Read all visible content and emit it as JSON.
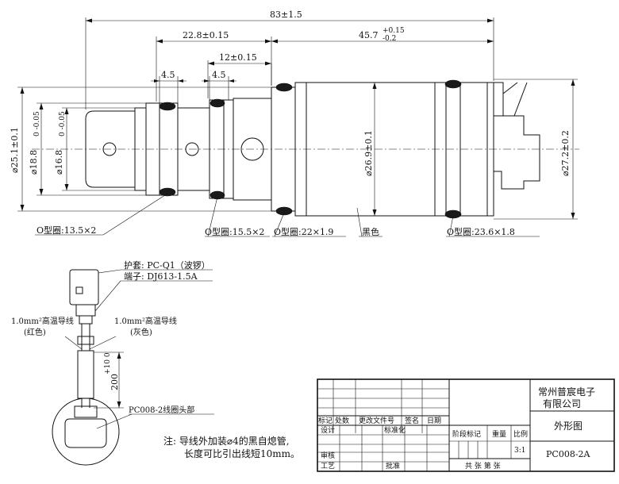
{
  "dimensions": {
    "overall_length": "83±1.5",
    "dim_22_8": "22.8±0.15",
    "dim_45_7": "45.7",
    "dim_45_7_tol_upper": "+0.15",
    "dim_45_7_tol_lower": "-0.2",
    "dim_12": "12±0.15",
    "dim_4_5_left": "4.5",
    "dim_4_5_right": "4.5",
    "dia_25_1": "⌀25.1±0.1",
    "dia_18_8": "⌀18.8",
    "dia_18_8_tol": "0 -0.05",
    "dia_16_8": "⌀16.8",
    "dia_16_8_tol": "0 -0.05",
    "dia_26_9": "⌀26.9±0.1",
    "dia_27_2": "⌀27.2±0.2"
  },
  "callouts": {
    "oring_13_5": "O型圈:13.5×2",
    "oring_15_5": "O型圈:15.5×2",
    "oring_22": "O型圈:22×1.9",
    "color_black": "黑色",
    "oring_23_6": "O型圈:23.6×1.8"
  },
  "wiring": {
    "sheath": "护套: PC-Q1（波锣）",
    "terminal": "端子: DJ613-1.5A",
    "wire_red_line1": "1.0mm²高温导线",
    "wire_red_line2": "(红色)",
    "wire_gray_line1": "1.0mm²高温导线",
    "wire_gray_line2": "(灰色)",
    "length": "200",
    "length_tol": "+10 0",
    "coil_head": "PC008-2线圈头部"
  },
  "note": {
    "line1": "注: 导线外加装⌀4的黑自熄管,",
    "line2": "长度可比引出线短10mm。"
  },
  "title_block": {
    "company_line1": "常州普宸电子",
    "company_line2": "有限公司",
    "drawing_title": "外形图",
    "drawing_number": "PC008-2A",
    "hdr_mark": "标记",
    "hdr_count": "处数",
    "hdr_change_doc": "更改文件号",
    "hdr_sign": "签名",
    "hdr_date": "日期",
    "design": "设计",
    "standardization": "标准化",
    "stage_mark": "阶段标记",
    "weight": "重量",
    "scale": "比例",
    "scale_value": "3:1",
    "review": "审核",
    "process": "工艺",
    "approve": "批准",
    "sheets": "共 张 第 张"
  }
}
